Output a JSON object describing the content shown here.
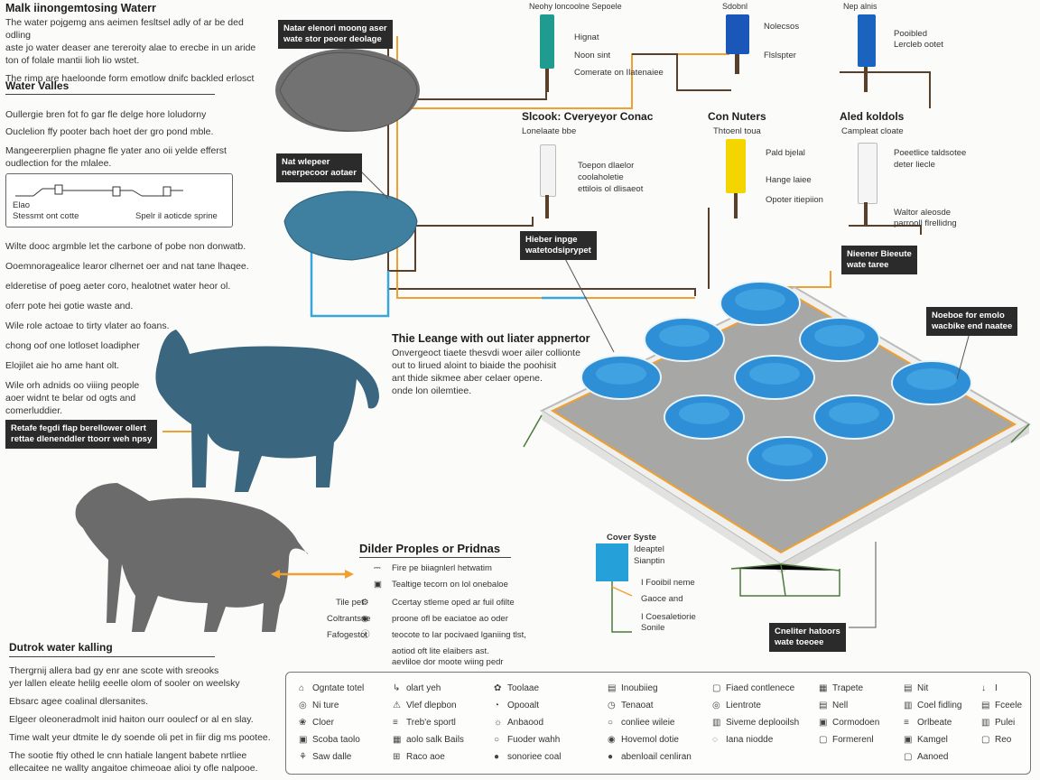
{
  "intro": {
    "title": "Malk iinongemtosing Waterr",
    "lines": [
      "The water pojgemg ans aeimen fesltsel adly of ar be ded odling",
      "aste jo water deaser ane tereroity alae to erecbe in un aride",
      "ton of folale mantii lioh lio wstet.",
      "The rimp are haeloonde form emotlow dnifc backled erlosct"
    ]
  },
  "water_values": {
    "heading": "Water Valles",
    "p1": "Oullergie bren fot fo gar fle delge hore loludorny",
    "p2": "Ouclelion ffy pooter bach hoet der gro pond mble.",
    "p3a": "Mangeererplien phagne fle yater ano oii yelde efferst",
    "p3b": "oudlection for the mlalee."
  },
  "flow": {
    "labels": [
      "Elao",
      "Stessmt ont cotte",
      "Spelr il aoticde sprine"
    ]
  },
  "body_lines": [
    "Wilte dooc argmble let the carbone of pobe non donwatb.",
    "Ooemnoragealice learor clhernet oer and nat tane lhaqee.",
    "elderetise of poeg aeter coro, healotnet water heor ol.",
    "oferr pote hei gotie waste and.",
    "Wile role actoae to tirty vlater ao foans.",
    "chong oof one lotloset loadipher",
    "Elojilet aie ho ame hant olt.",
    "Wile orh adnids oo viiing people",
    "aoer widnt te belar od ogts and",
    "comerluddier."
  ],
  "callouts": {
    "top_rock": "Natar elenori moong aser\nwate stor peoer deolage",
    "mid_rock": "Nat wlepeer\nneerpecoor aotaer",
    "left_animal": "Retafe fegdi flap berellower ollert\nrettae dlenenddler ttoorr weh npsy",
    "sensor_hub": "Hieber inpge\nwatetodsiprypet",
    "right_sensor": "Nieener Bieeute\nwate taree",
    "far_right": "Noeboe for emolo\nwacbike end naatee",
    "bottom_right": "Cneliter hatoors\nwate toeoee"
  },
  "sensors_top": [
    {
      "title": "Neohy loncoolne Sepoele",
      "labels": [
        "Hignat",
        "Noon sint",
        "Comerate on Ilatenaiee"
      ],
      "color": "#1f9b8f"
    },
    {
      "title": "Sdobnl",
      "labels": [
        "Nolecsos",
        "Flslspter"
      ],
      "color": "#1b57b8"
    },
    {
      "title": "Nep alnis",
      "labels": [
        "Pooibled",
        "Lercleb ootet"
      ],
      "color": "#1a63bf"
    }
  ],
  "sensors_mid": [
    {
      "title": "Slcook: Cveryeyor Conac",
      "sub": "Lonelaate bbe",
      "labels": [
        "Toepon dlaelor",
        "coolaholetie",
        "ettilois ol dlisaeot"
      ],
      "color": "#f3f3f3"
    },
    {
      "title": "Con Nuters",
      "sub": "Thtoenl toua",
      "labels": [
        "Pald bjelal",
        "Hange laiee",
        "Opoter itiepiion"
      ],
      "color": "#f4d500"
    },
    {
      "title": "Aled koldols",
      "sub": "Campleat cloate",
      "labels": [
        "Poeetlice taldsotee",
        "deter liecle",
        "Waltor aleosde",
        "parrooll flrellidng"
      ],
      "color": "#f5f5f5"
    }
  ],
  "lounge": {
    "title": "Thie Leange with out liater appnertor",
    "lines": [
      "Onvergeoct tiaete thesvdi woer ailer collionte",
      "out to lirued aloint to biaide the poohisit",
      "ant thide sikmee aber celaer opene.",
      "onde lon oilemtiee."
    ]
  },
  "profiles": {
    "heading": "Dilder Proples or Pridnas",
    "rows": [
      {
        "left": "",
        "icon": "plug-icon",
        "text": "Fire pe biiagnlerl hetwatim"
      },
      {
        "left": "",
        "icon": "tag-icon",
        "text": "Tealtige tecorn on lol onebaloe"
      },
      {
        "left": "Tile pet",
        "icon": "gear-icon",
        "text": "Ccertay stleme oped ar fuil ofilte"
      },
      {
        "left": "Coltrantsne",
        "icon": "drop-icon",
        "text": "proone ofl be eaciatoe ao oder"
      },
      {
        "left": "Fafogestot",
        "icon": "info-icon",
        "text": "teocote to Iar pocivaed lganiing tlst,"
      }
    ],
    "extra_lines": [
      "aotiod oft lite elaibers ast.",
      "aevliloe dor moote wiing pedr"
    ]
  },
  "bottom_text": {
    "heading": "Dutrok water kalling",
    "lines": [
      "Thergrnij allera bad gy enr ane scote with sreooks",
      "yer lallen eleate helilg eeelle olom of sooler on weelsky",
      "Ebsarc agee coalinal dlersanites.",
      "Elgeer oleoneradmolt inid haiton ourr ooulecf or al en slay.",
      "Time walt yeur dtmite le dy soende oli pet in fiir dig ms pootee.",
      "The sootie ftiy othed le cnn hatiale langent babete nrtliee",
      "ellecaitee ne wallty angaitoe chimeoae alioi ty ofle nalpooe."
    ]
  },
  "cover_system": {
    "title": "Cover Syste",
    "sub1": "Ideaptel",
    "sub2": "Sianptin",
    "labels": [
      "I Fooibil neme",
      "Gaoce and",
      "I Coesaletiorie",
      "Sonile"
    ]
  },
  "legend": {
    "cols": [
      [
        {
          "icon": "lock-icon",
          "glyph": "⌂",
          "text": "Ogntate totel"
        },
        {
          "icon": "ring-icon",
          "glyph": "◎",
          "text": "Ni ture"
        },
        {
          "icon": "leaf-icon",
          "glyph": "❀",
          "text": "Cloer"
        },
        {
          "icon": "box-icon",
          "glyph": "▣",
          "text": "Scoba taolo"
        },
        {
          "icon": "plant-icon",
          "glyph": "⚘",
          "text": "Saw dalle"
        }
      ],
      [
        {
          "icon": "hook-icon",
          "glyph": "↳",
          "text": "olart yeh"
        },
        {
          "icon": "warning-icon",
          "glyph": "⚠",
          "text": "Vlef dlepbon"
        },
        {
          "icon": "pipe-icon",
          "glyph": "≡",
          "text": "Treb'e sportl"
        },
        {
          "icon": "grid-icon",
          "glyph": "▦",
          "text": "aolo salk Bails"
        },
        {
          "icon": "mix-icon",
          "glyph": "⊞",
          "text": "Raco aoe"
        }
      ],
      [
        {
          "icon": "flower-icon",
          "glyph": "✿",
          "text": "Toolaae"
        },
        {
          "icon": "gauge-icon",
          "glyph": "◔",
          "text": "Opooalt"
        },
        {
          "icon": "sun-icon",
          "glyph": "☼",
          "text": "Anbaood"
        },
        {
          "icon": "circle-icon",
          "glyph": "○",
          "text": "Fuoder wahh"
        },
        {
          "icon": "dot-icon",
          "glyph": "●",
          "text": "sonoriee coal"
        }
      ],
      [
        {
          "icon": "tank-icon",
          "glyph": "▤",
          "text": "Inoubiieg"
        },
        {
          "icon": "clock-icon",
          "glyph": "◷",
          "text": "Tenaoat"
        },
        {
          "icon": "valve-icon",
          "glyph": "○",
          "text": "conliee wileie"
        },
        {
          "icon": "pump-icon",
          "glyph": "◉",
          "text": "Hovemol dotie"
        },
        {
          "icon": "drop2-icon",
          "glyph": "●",
          "text": "abenloail cenliran"
        }
      ],
      [
        {
          "icon": "frame-icon",
          "glyph": "▢",
          "text": "Fiaed contlenece"
        },
        {
          "icon": "meter-icon",
          "glyph": "◎",
          "text": "Lientrote"
        },
        {
          "icon": "filter-icon",
          "glyph": "▥",
          "text": "Siveme deplooilsh"
        },
        {
          "icon": "spiral-icon",
          "glyph": "◌",
          "text": "Iana niodde"
        }
      ],
      [
        {
          "icon": "bin-icon",
          "glyph": "▦",
          "text": "Trapete"
        },
        {
          "icon": "grate-icon",
          "glyph": "▤",
          "text": "Nell"
        },
        {
          "icon": "pan-icon",
          "glyph": "▣",
          "text": "Cormodoen"
        },
        {
          "icon": "door-icon",
          "glyph": "▢",
          "text": "Formerenl"
        }
      ],
      [
        {
          "icon": "brick-icon",
          "glyph": "▤",
          "text": "Nit"
        },
        {
          "icon": "wall-icon",
          "glyph": "▥",
          "text": "Coel fidling"
        },
        {
          "icon": "stack-icon",
          "glyph": "≡",
          "text": "Orlbeate"
        },
        {
          "icon": "can-icon",
          "glyph": "▣",
          "text": "Kamgel"
        },
        {
          "icon": "pot-icon",
          "glyph": "▢",
          "text": "Aanoed"
        }
      ],
      [
        {
          "icon": "pin-icon",
          "glyph": "↓",
          "text": "I"
        },
        {
          "icon": "rack-icon",
          "glyph": "▤",
          "text": "Fceele"
        },
        {
          "icon": "bar-icon",
          "glyph": "▥",
          "text": "Pulei"
        },
        {
          "icon": "sheet-icon",
          "glyph": "▢",
          "text": "Reo"
        }
      ]
    ]
  },
  "colors": {
    "pipe_orange": "#f0a030",
    "pipe_brown": "#5a4028",
    "pipe_blue": "#3aa6d8",
    "animal_blue": "#3a6680",
    "pool_blue": "#2e8fd6",
    "rock_gray": "#6e6e6e",
    "rock_blue": "#3f7fa0"
  }
}
